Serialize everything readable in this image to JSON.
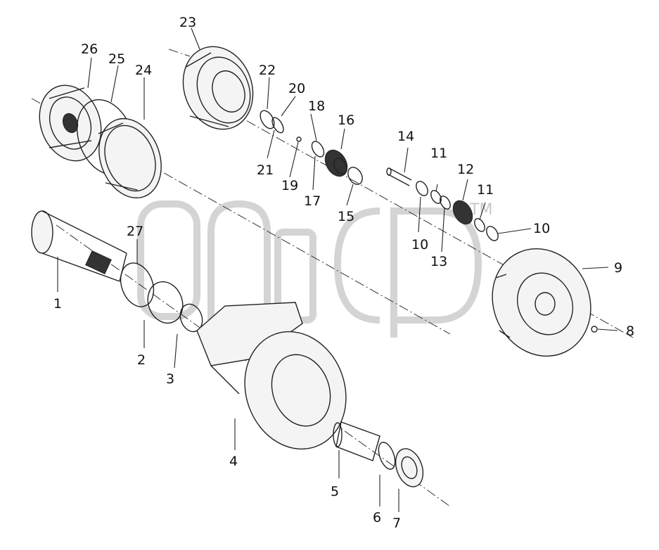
{
  "diagram": {
    "watermark": {
      "text": "ancp",
      "trademark": "TM"
    },
    "callouts": [
      "1",
      "2",
      "3",
      "4",
      "5",
      "6",
      "7",
      "8",
      "9",
      "10",
      "10",
      "11",
      "11",
      "12",
      "13",
      "14",
      "15",
      "16",
      "17",
      "18",
      "19",
      "20",
      "21",
      "22",
      "23",
      "24",
      "25",
      "26",
      "27"
    ],
    "colors": {
      "line": "#222222",
      "watermark": "#d4d4d4",
      "background": "#ffffff"
    }
  }
}
